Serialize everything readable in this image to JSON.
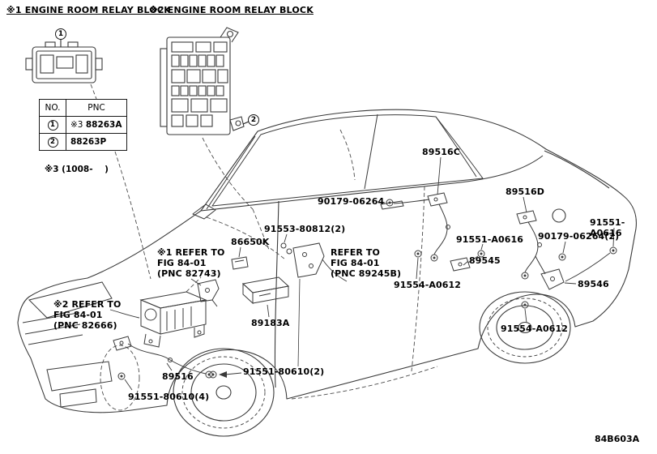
{
  "header": {
    "legend1": "※1 ENGINE ROOM RELAY BLOCK",
    "legend2": "※2 ENGINE ROOM RELAY BLOCK"
  },
  "callouts": {
    "c1": "1",
    "c2": "2"
  },
  "table": {
    "headers": [
      "NO.",
      "PNC"
    ],
    "rows": [
      {
        "no": "1",
        "prefix": "※3 ",
        "pnc": "88263A"
      },
      {
        "no": "2",
        "prefix": "",
        "pnc": "88263P"
      }
    ]
  },
  "note": "※3 (1008-    )",
  "labels": [
    {
      "id": "89516C",
      "text": "89516C"
    },
    {
      "id": "90179-06264",
      "text": "90179-06264"
    },
    {
      "id": "89516D",
      "text": "89516D"
    },
    {
      "id": "91551-A0616-r",
      "text": "91551-A0616"
    },
    {
      "id": "90179-06264-2",
      "text": "90179-06264(2)"
    },
    {
      "id": "91553-80812-2",
      "text": "91553-80812(2)"
    },
    {
      "id": "86650K",
      "text": "86650K"
    },
    {
      "id": "refer-1",
      "text": "※1 REFER TO\nFIG 84-01\n(PNC 82743)"
    },
    {
      "id": "refer-2",
      "text": "REFER TO\nFIG 84-01\n(PNC 89245B)"
    },
    {
      "id": "91551-A0616-m",
      "text": "91551-A0616"
    },
    {
      "id": "89545",
      "text": "89545"
    },
    {
      "id": "91554-A0612-m",
      "text": "91554-A0612"
    },
    {
      "id": "89546",
      "text": "89546"
    },
    {
      "id": "refer-3",
      "text": "※2 REFER TO\nFIG 84-01\n(PNC 82666)"
    },
    {
      "id": "89183A",
      "text": "89183A"
    },
    {
      "id": "91554-A0612-b",
      "text": "91554-A0612"
    },
    {
      "id": "89516",
      "text": "89516"
    },
    {
      "id": "91551-80610-2",
      "text": "91551-80610(2)"
    },
    {
      "id": "91551-80610-4",
      "text": "91551-80610(4)"
    }
  ],
  "footer": {
    "code": "84B603A"
  },
  "colors": {
    "line": "#3a3a3a",
    "text": "#000000",
    "background": "#ffffff"
  }
}
